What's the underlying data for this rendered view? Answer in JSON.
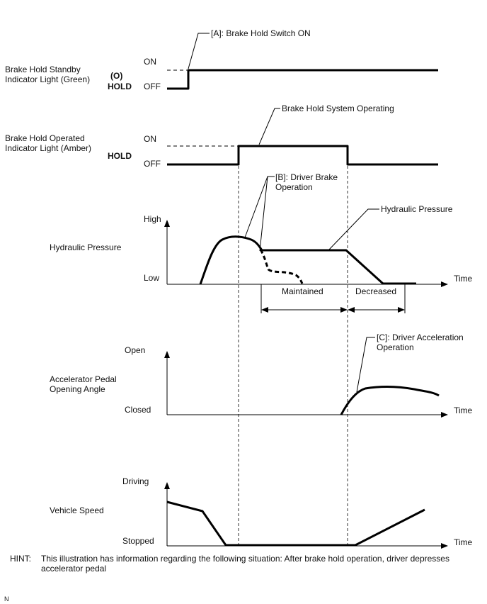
{
  "rows": {
    "standby": {
      "label_line1": "Brake Hold Standby",
      "label_line2": "Indicator Light (Green)",
      "indicator_symbol": "(O)",
      "indicator_text": "HOLD",
      "on_label": "ON",
      "off_label": "OFF"
    },
    "operated": {
      "label_line1": "Brake Hold Operated",
      "label_line2": "Indicator Light (Amber)",
      "indicator_text": "HOLD",
      "on_label": "ON",
      "off_label": "OFF"
    },
    "pressure": {
      "label": "Hydraulic Pressure",
      "high_label": "High",
      "low_label": "Low",
      "time_label": "Time"
    },
    "accelerator": {
      "label_line1": "Accelerator Pedal",
      "label_line2": "Opening Angle",
      "open_label": "Open",
      "closed_label": "Closed",
      "time_label": "Time"
    },
    "speed": {
      "label": "Vehicle Speed",
      "driving_label": "Driving",
      "stopped_label": "Stopped",
      "time_label": "Time"
    }
  },
  "callouts": {
    "a": "[A]: Brake Hold Switch ON",
    "system": "Brake Hold System Operating",
    "b_line1": "[B]: Driver Brake",
    "b_line2": "Operation",
    "hydraulic": "Hydraulic Pressure",
    "c_line1": "[C]: Driver Acceleration",
    "c_line2": "Operation"
  },
  "phases": {
    "maintained": "Maintained",
    "decreased": "Decreased"
  },
  "hint": {
    "label": "HINT:",
    "line1": "This illustration has information regarding the following situation: After brake hold operation, driver depresses",
    "line2": "accelerator pedal"
  },
  "footer_mark": "N"
}
